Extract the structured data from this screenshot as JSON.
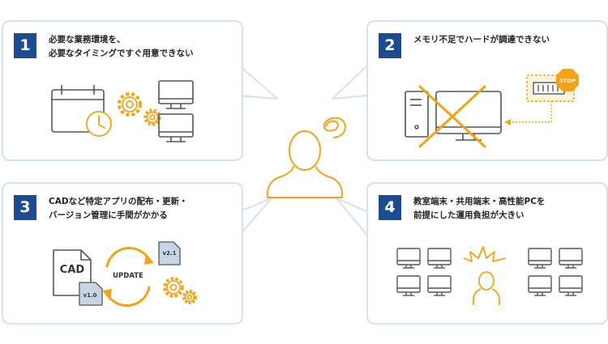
{
  "colors": {
    "navy": "#1d4b91",
    "orange": "#f0a31b",
    "gray": "#555555",
    "border": "#d4e1ee",
    "stop_red": "#e84f3d",
    "rx": "#f39800"
  },
  "panels": [
    {
      "number": "1",
      "line1": "必要な業務環境を、",
      "line2": "必要なタイミングですぐ用意できない",
      "icons": [
        "calendar-icon",
        "clock-icon",
        "gear-icon",
        "monitor-icon"
      ]
    },
    {
      "number": "2",
      "line1": "メモリ不足でハードが調達できない",
      "line2": "",
      "icons": [
        "desktop-tower-icon",
        "monitor-icon",
        "x-mark-icon",
        "memory-module-icon",
        "stop-sign-icon"
      ],
      "stop_label": "STOP"
    },
    {
      "number": "3",
      "line1": "CADなど特定アプリの配布・更新・",
      "line2": "バージョン管理に手間がかかる",
      "icons": [
        "document-icon",
        "update-cycle-icon",
        "gear-icon"
      ],
      "doc_label": "CAD",
      "v1_label": "v1.0",
      "v2_label": "v2.1",
      "update_label": "UPDATE"
    },
    {
      "number": "4",
      "line1": "教室端末・共用端末・高性能PCを",
      "line2": "前提にした運用負担が大きい",
      "icons": [
        "monitor-icon",
        "person-icon",
        "burst-icon"
      ]
    }
  ],
  "center": {
    "icon": "person-thinking-icon"
  }
}
